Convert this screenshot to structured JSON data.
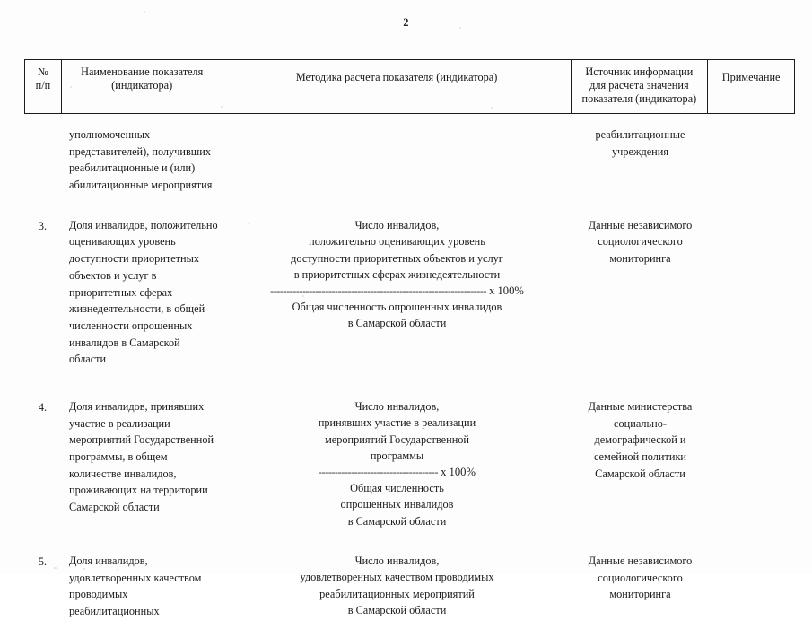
{
  "document": {
    "page_number": "2",
    "language": "ru"
  },
  "table": {
    "columns": [
      {
        "key": "num",
        "label_line1": "№",
        "label_line2": "п/п"
      },
      {
        "key": "name",
        "label_line1": "Наименование показателя",
        "label_line2": "(индикатора)"
      },
      {
        "key": "method",
        "label_line1": "Методика расчета показателя (индикатора)",
        "label_line2": ""
      },
      {
        "key": "source",
        "label_line1": "Источник информации",
        "label_line2": "для расчета значения",
        "label_line3": "показателя (индикатора)"
      },
      {
        "key": "note",
        "label_line1": "Примечание",
        "label_line2": ""
      }
    ],
    "rows": [
      {
        "num": "",
        "name": "уполномоченных представителей), получивших реабилитационные и (или) абилитационные мероприятия",
        "method": "",
        "method_numerator": "",
        "method_denominator": "",
        "method_multiplier": "",
        "source": "реабилитационные учреждения",
        "note": ""
      },
      {
        "num": "3.",
        "name": "Доля инвалидов, положительно оценивающих уровень доступности приоритетных объектов и услуг в приоритетных сферах жизнедеятельности, в общей численности опрошенных инвалидов в Самарской области",
        "method_numerator": "Число инвалидов,\nположительно оценивающих уровень\nдоступности приоритетных объектов и услуг\nв приоритетных сферах жизнедеятельности",
        "method_divider": "-------------------------------------------------------------------",
        "method_multiplier": "x 100%",
        "method_denominator": "Общая численность опрошенных инвалидов\nв Самарской области",
        "source": "Данные независимого социологического мониторинга",
        "note": ""
      },
      {
        "num": "4.",
        "name": "Доля инвалидов, принявших участие в реализации мероприятий Государственной программы, в общем количестве инвалидов, проживающих на территории Самарской области",
        "method_numerator": "Число инвалидов,\nпринявших участие в реализации\nмероприятий Государственной\nпрограммы",
        "method_divider": "-------------------------------------",
        "method_multiplier": "x 100%",
        "method_denominator": "Общая численность\nопрошенных инвалидов\nв Самарской области",
        "source": "Данные министерства социально-демографической и семейной политики Самарской области",
        "note": ""
      },
      {
        "num": "5.",
        "name": "Доля инвалидов, удовлетворенных качеством проводимых реабилитационных",
        "method_numerator": "Число инвалидов,\nудовлетворенных качеством проводимых\nреабилитационных мероприятий\nв Самарской области",
        "method_divider": "",
        "method_multiplier": "",
        "method_denominator": "",
        "source": "Данные независимого социологического мониторинга",
        "note": ""
      }
    ]
  }
}
